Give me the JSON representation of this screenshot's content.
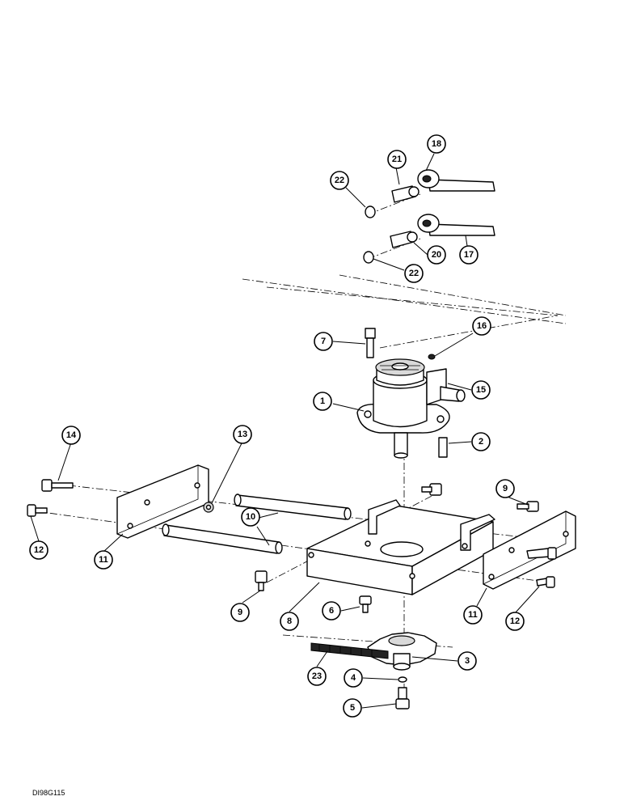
{
  "figure": {
    "reference_code": "DI98G115"
  },
  "callouts": [
    {
      "id": "c1",
      "label": "1"
    },
    {
      "id": "c2",
      "label": "2"
    },
    {
      "id": "c3",
      "label": "3"
    },
    {
      "id": "c4",
      "label": "4"
    },
    {
      "id": "c5",
      "label": "5"
    },
    {
      "id": "c6",
      "label": "6"
    },
    {
      "id": "c7",
      "label": "7"
    },
    {
      "id": "c8",
      "label": "8"
    },
    {
      "id": "c9a",
      "label": "9"
    },
    {
      "id": "c9b",
      "label": "9"
    },
    {
      "id": "c10",
      "label": "10"
    },
    {
      "id": "c11a",
      "label": "11"
    },
    {
      "id": "c11b",
      "label": "11"
    },
    {
      "id": "c12a",
      "label": "12"
    },
    {
      "id": "c12b",
      "label": "12"
    },
    {
      "id": "c13",
      "label": "13"
    },
    {
      "id": "c14",
      "label": "14"
    },
    {
      "id": "c15",
      "label": "15"
    },
    {
      "id": "c16",
      "label": "16"
    },
    {
      "id": "c17",
      "label": "17"
    },
    {
      "id": "c18",
      "label": "18"
    },
    {
      "id": "c20",
      "label": "20"
    },
    {
      "id": "c21",
      "label": "21"
    },
    {
      "id": "c22a",
      "label": "22"
    },
    {
      "id": "c22b",
      "label": "22"
    },
    {
      "id": "c23",
      "label": "23"
    }
  ]
}
